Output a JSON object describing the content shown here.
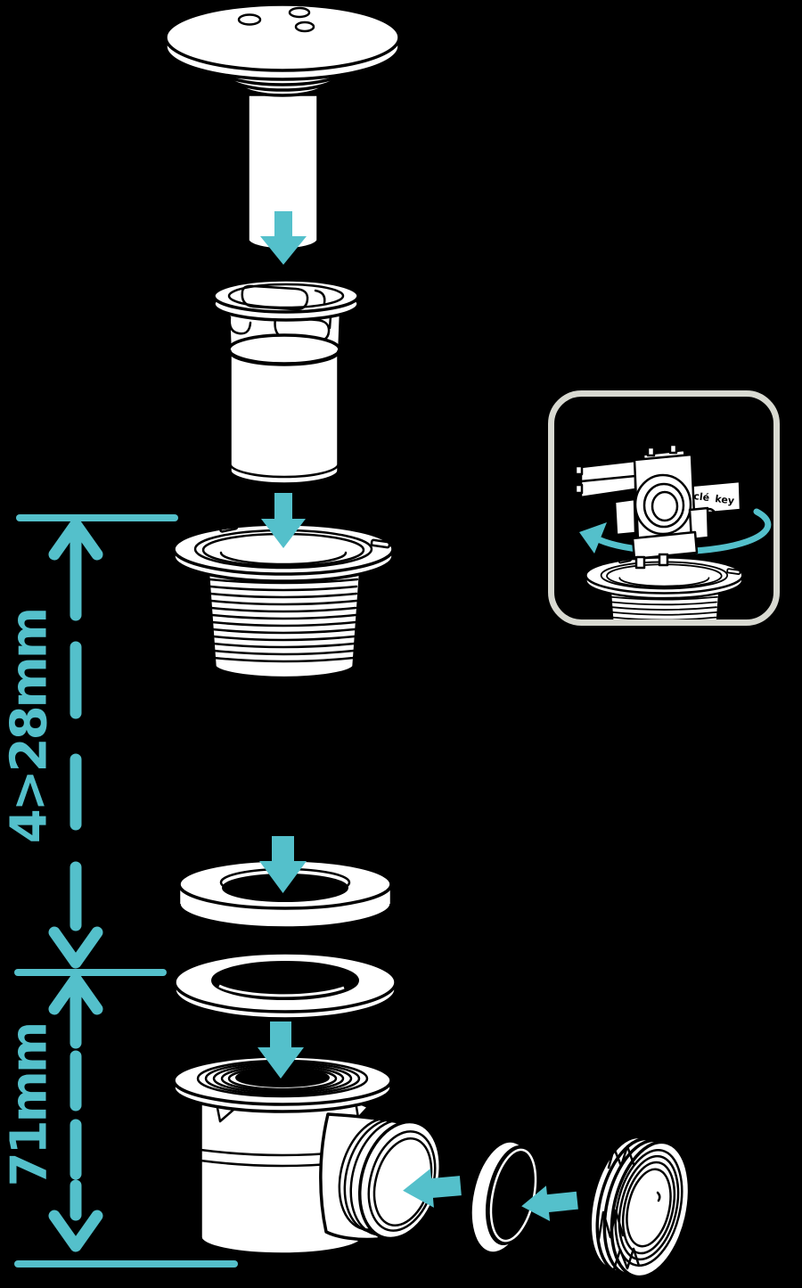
{
  "colors": {
    "background": "#000000",
    "accent": "#54c0cb",
    "frame": "#d8d9d1",
    "line_art": "#ffffff",
    "outline": "#000000"
  },
  "annotations": {
    "upper_dimension": {
      "label": "4>28mm"
    },
    "lower_dimension": {
      "label": "71mm"
    }
  },
  "inset": {
    "tool_label_fr": "clé",
    "tool_label_en": "key"
  },
  "icons": {
    "assembly-arrow-down": "⬇",
    "assembly-arrow-left": "⬅",
    "rotation-arrow": "⟲",
    "dimension-arrow": "↕"
  }
}
